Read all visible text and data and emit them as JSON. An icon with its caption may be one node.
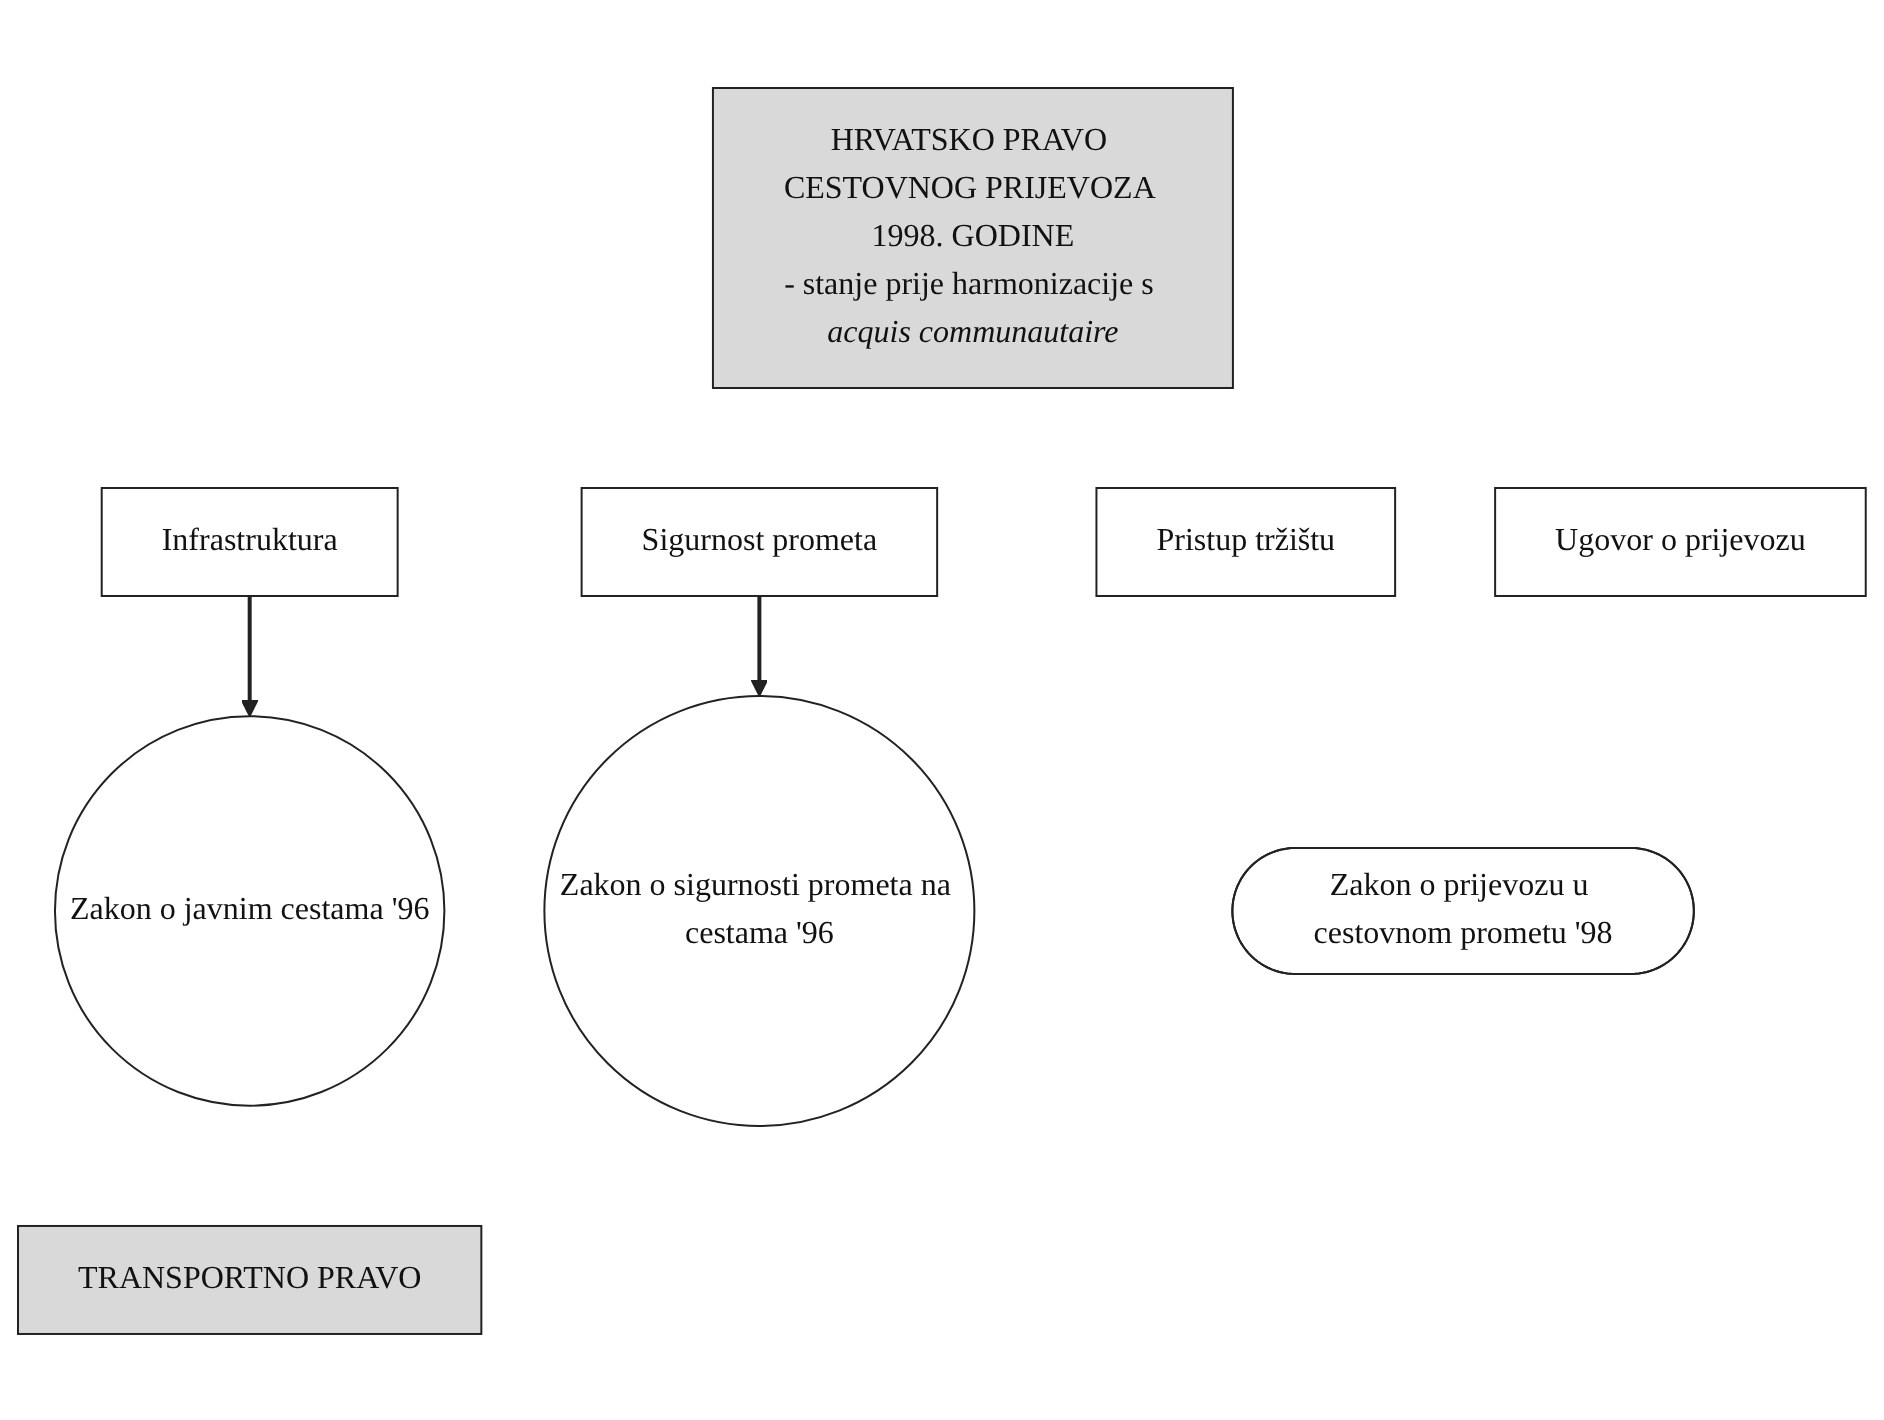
{
  "diagram": {
    "nodes": [
      {
        "text": [
          "HRVATSKO PRAVO CESTOVNOG PRIJEVOZA 1998. GODINE",
          "- stanje prije harmonizacije s *acquis communautaire*"
        ]
      },
      {
        "text": [
          "Infrastruktura"
        ]
      },
      {
        "text": [
          "Sigurnost prometa"
        ]
      },
      {
        "text": [
          "Pristup tržištu"
        ]
      },
      {
        "text": [
          "Ugovor o prijevozu"
        ]
      },
      {
        "text": [
          "Zakon o javnim cestama '96"
        ]
      },
      {
        "text": [
          "Zakon o sigurnosti prometa na cestama '96"
        ]
      },
      {
        "text": [
          "Zakon o prijevozu u cestovnom prometu '98"
        ]
      },
      {
        "text": [
          "TRANSPORTNO PRAVO"
        ]
      }
    ],
    "edges": [
      {
        "from": 1,
        "to": 5,
        "arrow": "to"
      },
      {
        "from": 2,
        "to": 6,
        "arrow": "to"
      }
    ]
  }
}
